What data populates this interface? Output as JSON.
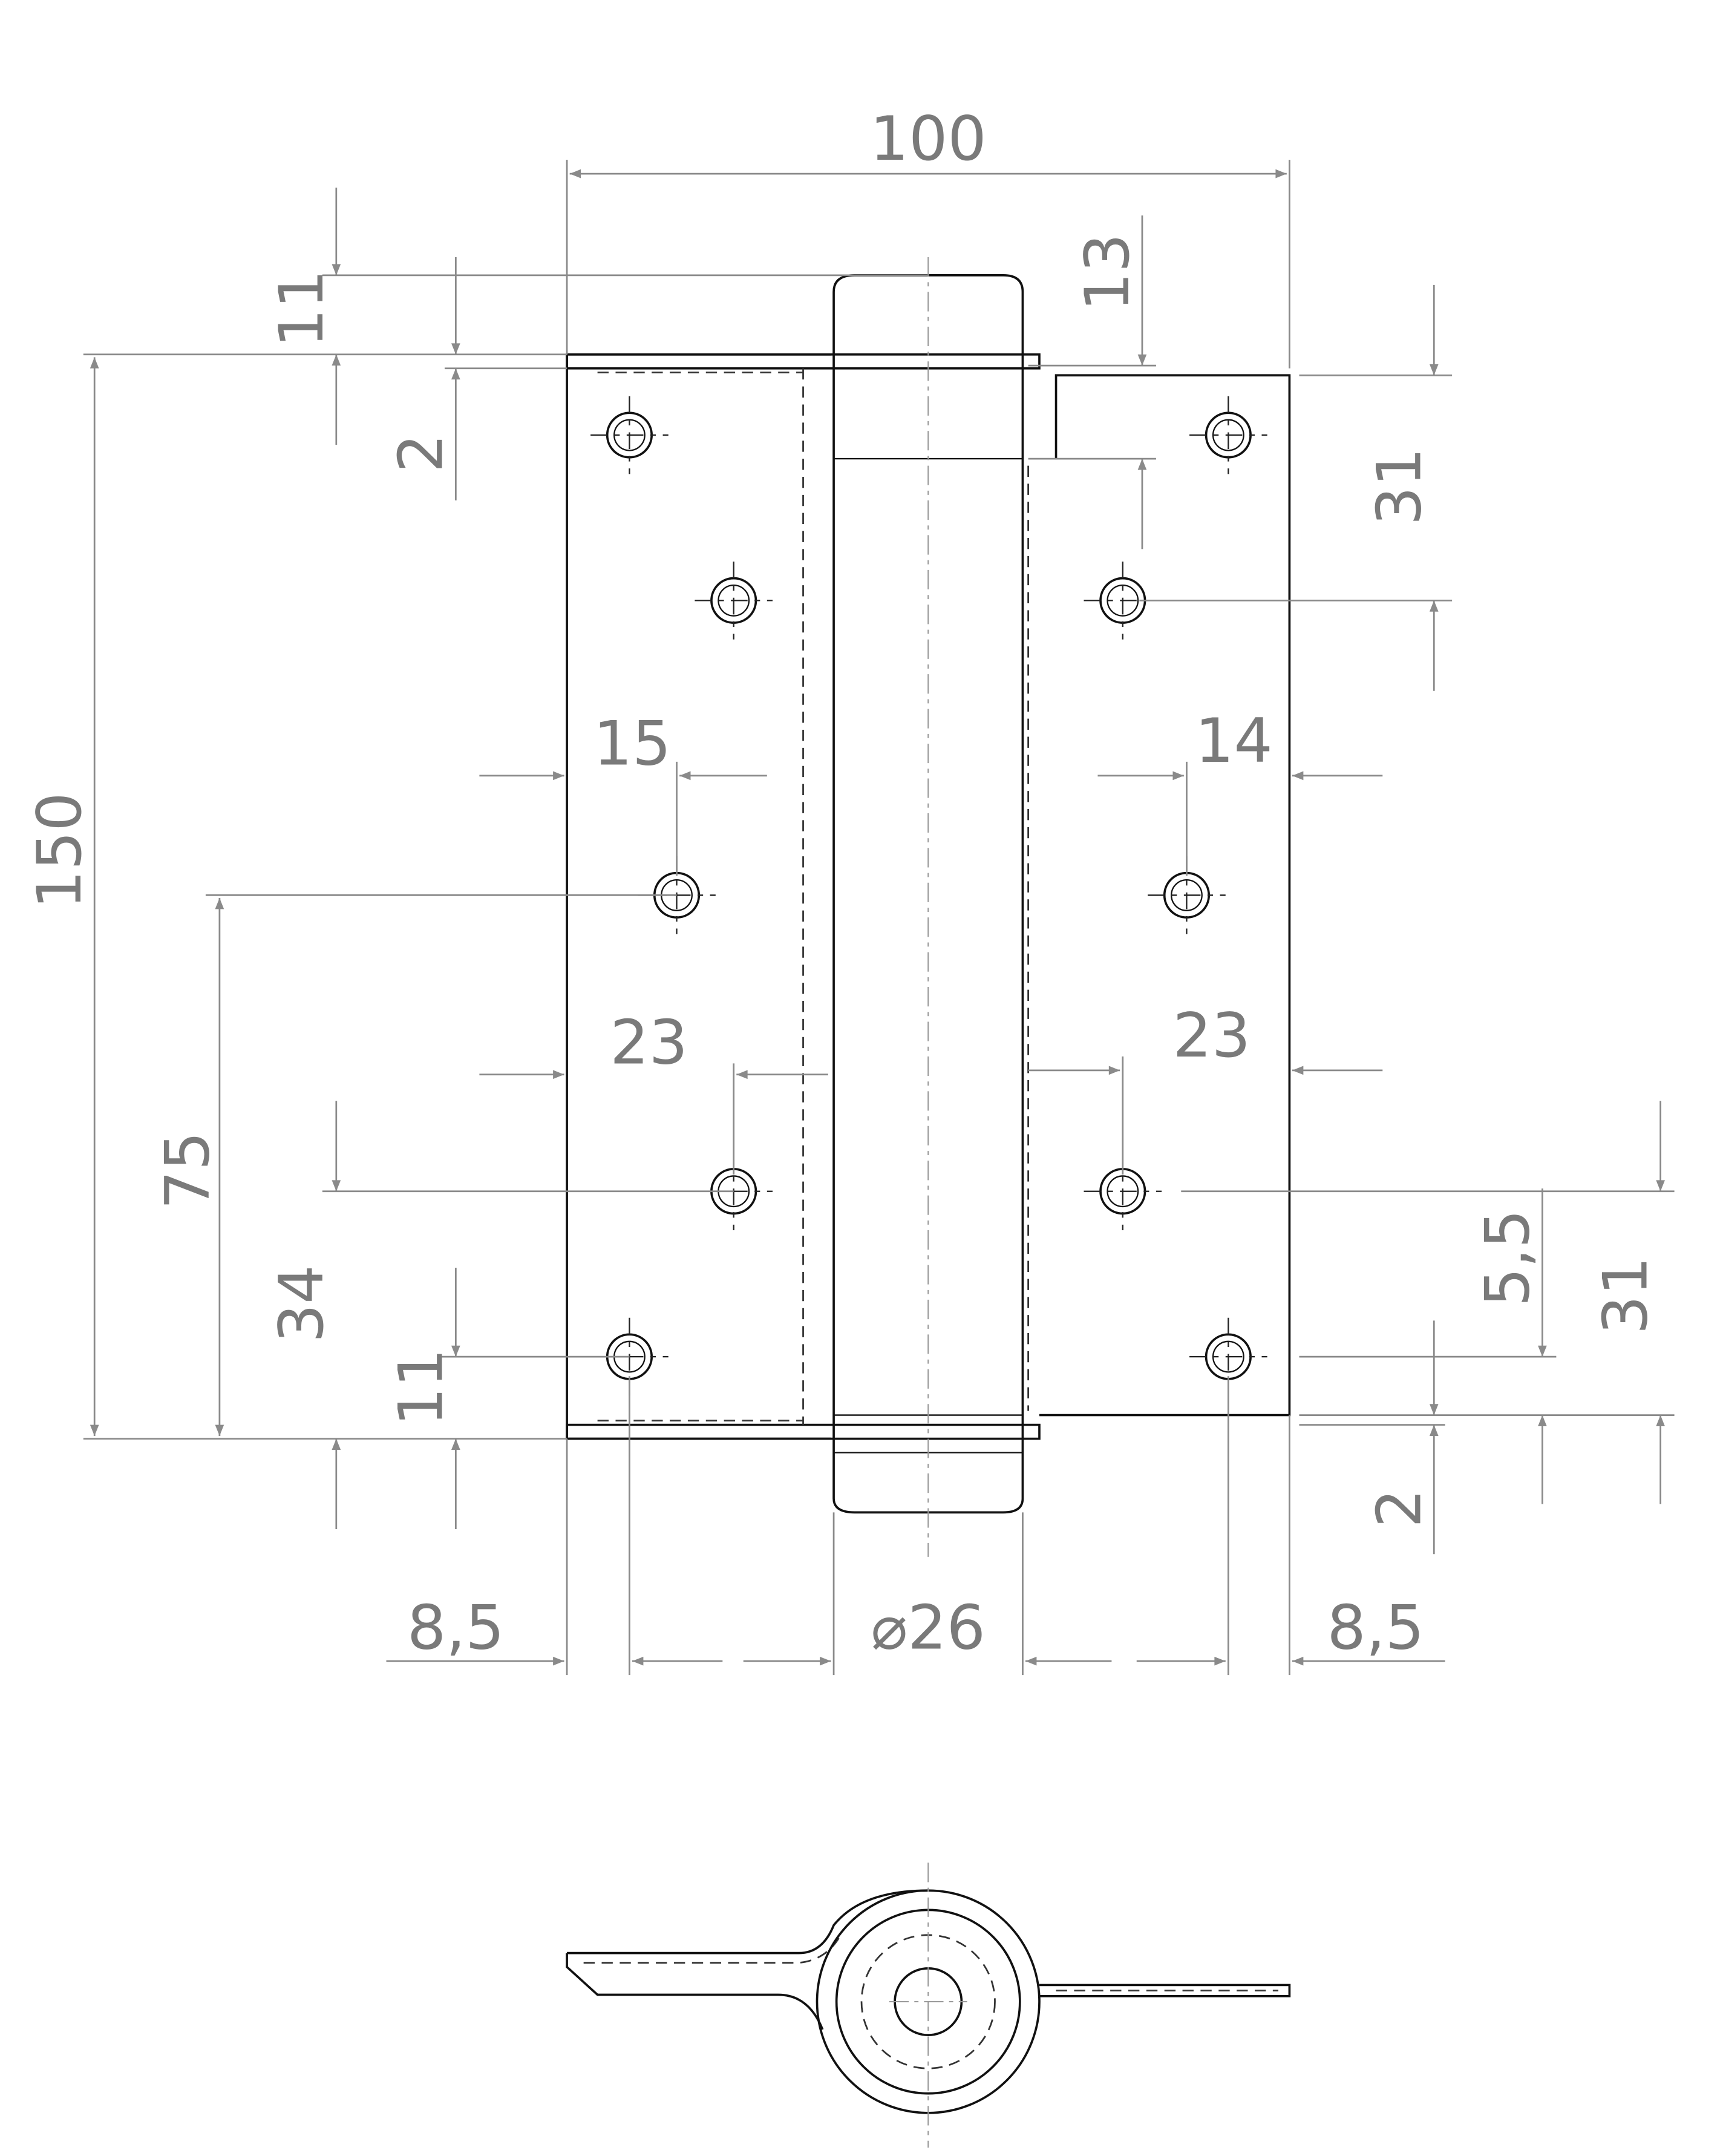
{
  "dimensions": {
    "overall_width": "100",
    "top_pin_height": "11",
    "top_washer": "2",
    "right_top_offset": "13",
    "right_top_hole_spacing": "31",
    "overall_height": "150",
    "left_hole_offset": "15",
    "right_hole_offset": "14",
    "center_hole_height": "75",
    "left_leaf_width": "23",
    "right_leaf_width": "23",
    "left_lower_hole_height": "34",
    "bottom_hole_height": "11",
    "right_bottom_offset": "5,5",
    "right_bottom_hole_spacing": "31",
    "bottom_washer": "2",
    "left_edge_hole": "8,5",
    "barrel_diameter": "⌀26",
    "right_edge_hole": "8,5"
  }
}
